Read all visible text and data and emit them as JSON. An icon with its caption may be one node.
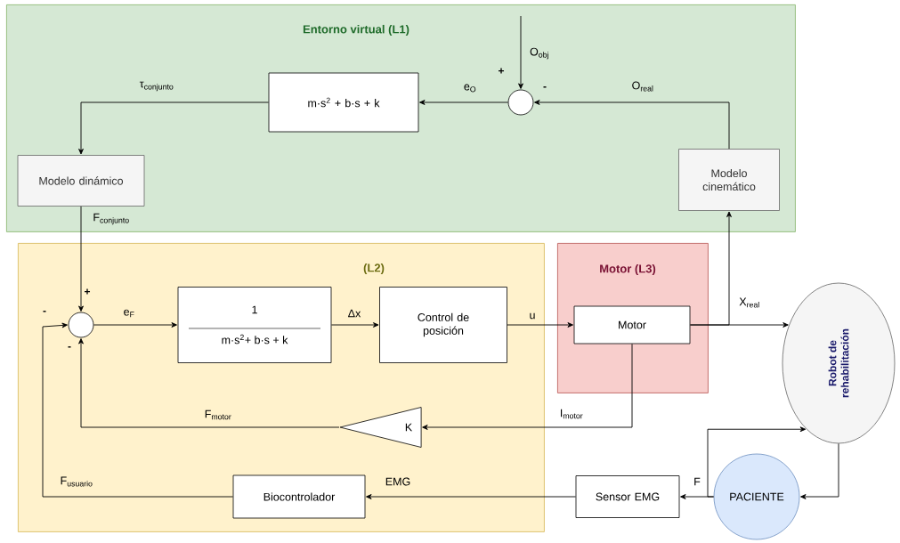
{
  "diagram": {
    "nodes": [
      {
        "text": [
          "Entorno virtual (L1)"
        ]
      },
      {
        "text": [
          "m·s$^{2}$ + b·s + k"
        ],
        "in": 0
      },
      {
        "text": [],
        "shape": "circle",
        "in": 0
      },
      {
        "text": [
          "Modelo dinámico"
        ],
        "in": 0
      },
      {
        "text": [
          "Modelo cinemático"
        ],
        "in": 0
      },
      {
        "text": [
          "(L2)"
        ]
      },
      {
        "text": [],
        "shape": "circle",
        "in": 5
      },
      {
        "text": [
          "1",
          "m·s$^{2}$+ b·s + k"
        ],
        "in": 5
      },
      {
        "text": [
          "Control de posición"
        ],
        "in": 5
      },
      {
        "text": [
          "K"
        ],
        "in": 5
      },
      {
        "text": [
          "Biocontrolador"
        ],
        "in": 5
      },
      {
        "text": [
          "Motor (L3)"
        ]
      },
      {
        "text": [
          "Motor"
        ],
        "in": 11
      },
      {
        "text": [
          "Robot de rehabilitación"
        ]
      },
      {
        "text": [
          "PACIENTE"
        ]
      },
      {
        "text": [
          "Sensor EMG"
        ]
      }
    ],
    "edges": [
      {
        "from": null,
        "to": 2,
        "arrow": "to",
        "label": "O$_{obj}$"
      },
      {
        "from": 2,
        "to": 1,
        "arrow": "to",
        "label": "e$_{O}$"
      },
      {
        "from": 4,
        "to": 2,
        "arrow": "to",
        "label": "O$_{real}$"
      },
      {
        "from": 1,
        "to": 3,
        "arrow": "to",
        "label": "τ$_{conjunto}$"
      },
      {
        "from": 3,
        "to": 6,
        "arrow": "to",
        "label": "F$_{conjunto}$"
      },
      {
        "from": 6,
        "to": 7,
        "arrow": "to",
        "label": "e$_{F}$"
      },
      {
        "from": 7,
        "to": 8,
        "arrow": "to",
        "label": "Δx"
      },
      {
        "from": 8,
        "to": 12,
        "arrow": "to",
        "label": "u"
      },
      {
        "from": 12,
        "to": 13,
        "arrow": "to"
      },
      {
        "from": 12,
        "to": 4,
        "arrow": "to",
        "label": "X$_{real}$"
      },
      {
        "from": 12,
        "to": 9,
        "arrow": "to",
        "label": "I$_{motor}$"
      },
      {
        "from": 9,
        "to": 6,
        "arrow": "to",
        "label": "F$_{motor}$"
      },
      {
        "from": 15,
        "to": 10,
        "arrow": "to",
        "label": "EMG"
      },
      {
        "from": 10,
        "to": 6,
        "arrow": "to",
        "label": "F$_{usuario}$"
      },
      {
        "from": 14,
        "to": 15,
        "arrow": "to",
        "label": "F"
      },
      {
        "from": 14,
        "to": 13,
        "arrow": "to"
      },
      {
        "from": 13,
        "to": 14,
        "arrow": "to"
      }
    ],
    "labels": [
      "+",
      "-",
      "+",
      "-",
      "-"
    ]
  }
}
